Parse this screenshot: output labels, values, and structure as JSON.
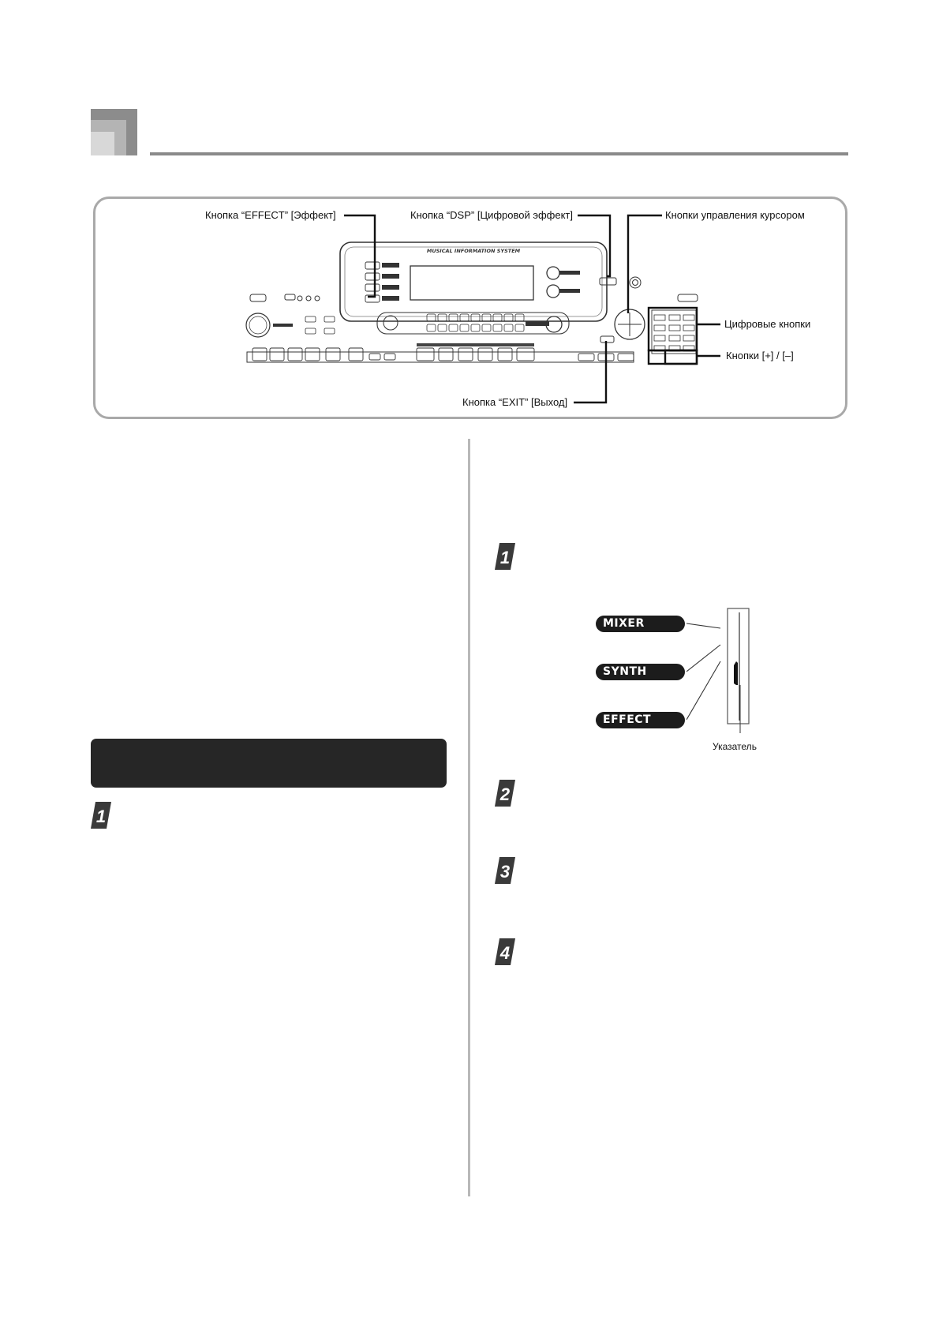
{
  "diagram": {
    "callouts": {
      "effect_button": "Кнопка “EFFECT” [Эффект]",
      "dsp_button": "Кнопка “DSP” [Цифровой эффект]",
      "cursor_buttons": "Кнопки управления курсором",
      "number_buttons": "Цифровые кнопки",
      "plus_minus_buttons": "Кнопки [+] / [–]",
      "exit_button": "Кнопка “EXIT” [Выход]"
    },
    "panel_text": {
      "mis_banner": "MUSICAL INFORMATION SYSTEM"
    }
  },
  "indicator_diagram": {
    "labels": [
      "MIXER",
      "SYNTH",
      "EFFECT"
    ],
    "pointer_label": "Указатель"
  },
  "steps": {
    "left": [
      "1"
    ],
    "right": [
      "1",
      "2",
      "3",
      "4"
    ]
  }
}
